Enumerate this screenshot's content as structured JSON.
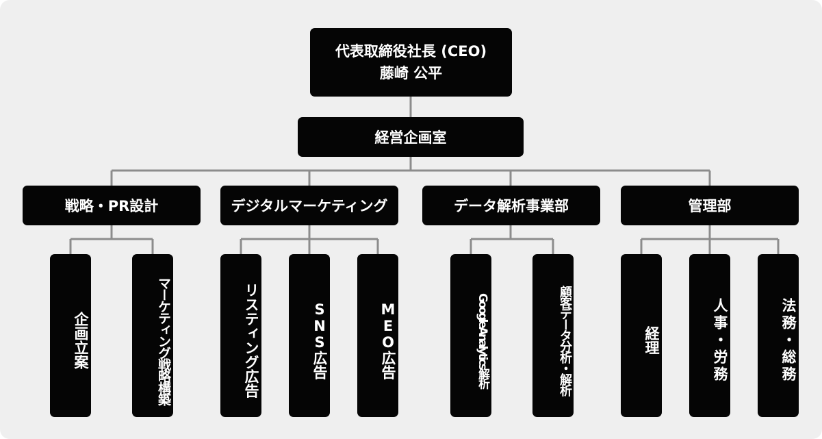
{
  "ceo": {
    "title": "代表取締役社長 (CEO)",
    "name": "藤崎 公平"
  },
  "office": "経営企画室",
  "departments": [
    {
      "label": "戦略・PR設計",
      "units": [
        "企画立案",
        "マーケティング戦略構築"
      ]
    },
    {
      "label": "デジタルマーケティング",
      "units": [
        "リスティング広告",
        "SNS広告",
        "MEO広告"
      ]
    },
    {
      "label": "データ解析事業部",
      "units": [
        "GoogleAnalytics解析",
        "顧客データ分析・解析"
      ]
    },
    {
      "label": "管理部",
      "units": [
        "経理",
        "人事・労務",
        "法務・総務"
      ]
    }
  ],
  "colors": {
    "box": "#050505",
    "text": "#ffffff",
    "connector": "#8c8c8c",
    "background": "#efefef"
  }
}
